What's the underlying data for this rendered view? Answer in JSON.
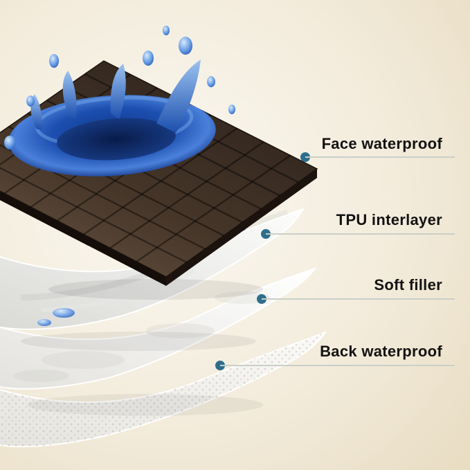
{
  "callouts": [
    {
      "label": "Face waterproof"
    },
    {
      "label": "TPU interlayer"
    },
    {
      "label": "Soft filler"
    },
    {
      "label": "Back waterproof"
    }
  ],
  "colors": {
    "dot": "#2e6e8c",
    "line": "#c9cfc8",
    "label_text": "#121212",
    "background_center": "#fbf8f1",
    "background_edge": "#e8dcc2",
    "face_layer": "#40342a",
    "water": "#2b5bc4"
  }
}
